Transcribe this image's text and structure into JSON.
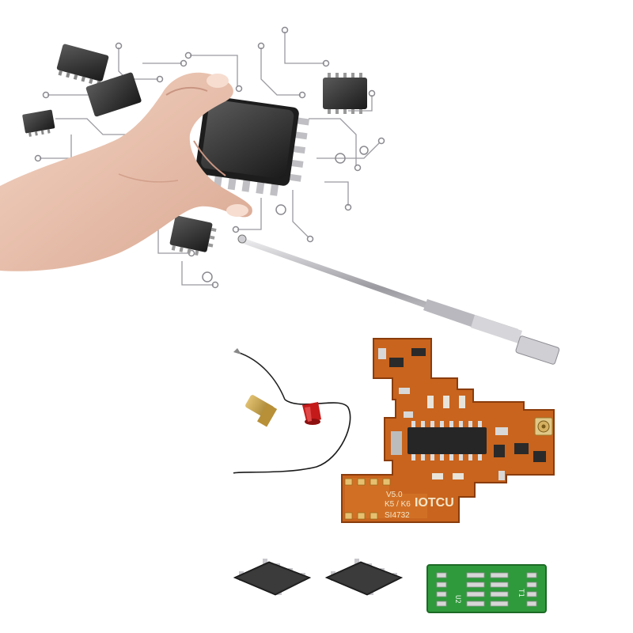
{
  "product_photo": {
    "pcb_labels": {
      "version": "V5.0",
      "models": "K5 / K6",
      "brand": "IOTCU",
      "chip_name": "SI4732"
    },
    "small_board_labels": {
      "designator_1": "U2",
      "designator_2": "T1"
    },
    "colors": {
      "pcb_orange": "#c8641e",
      "small_pcb_green": "#2f9a3c",
      "chip_black": "#2a2a2a",
      "antenna_silver": "#c8c8cc",
      "cap_red": "#c41a1a",
      "connector_gold": "#c8a040"
    }
  }
}
